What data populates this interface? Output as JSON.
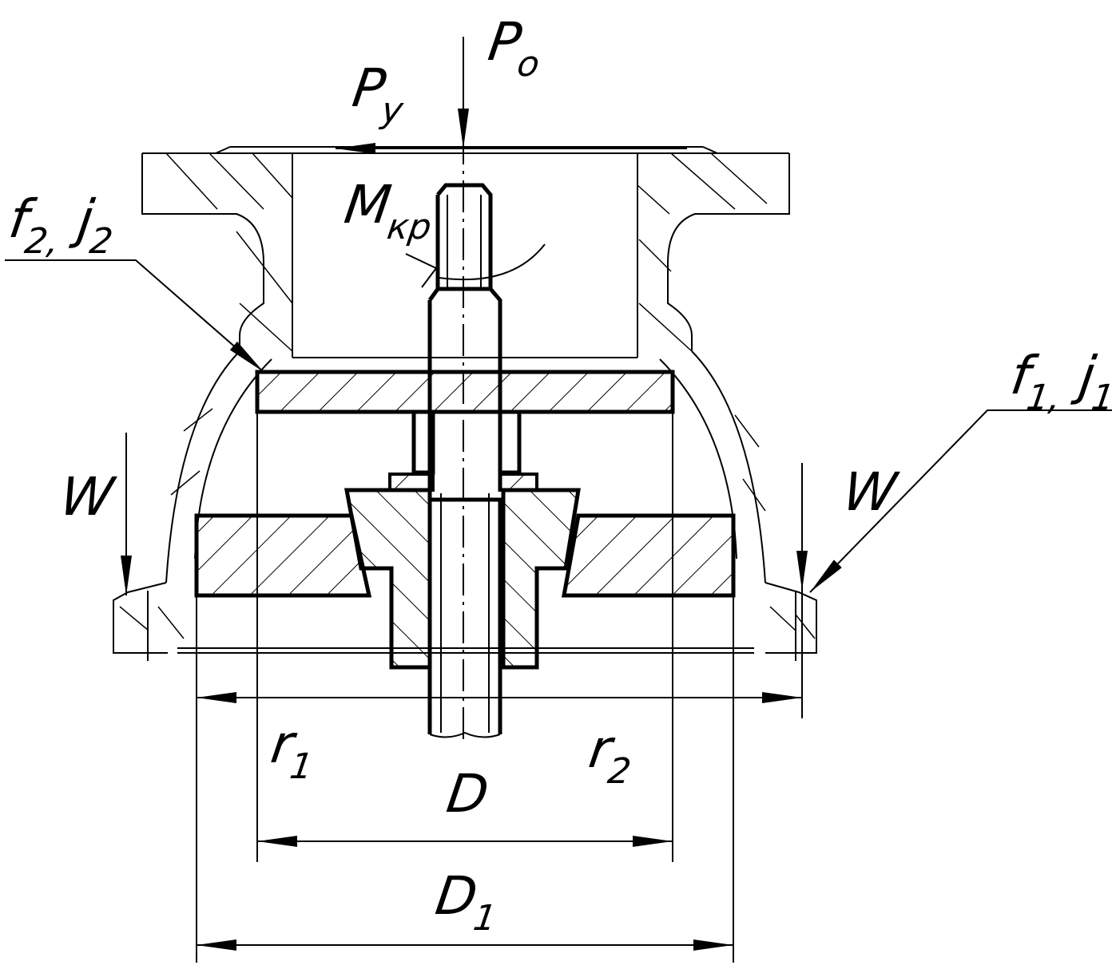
{
  "labels": {
    "Po": {
      "main": "P",
      "sub": "o"
    },
    "Py": {
      "main": "P",
      "sub": "y"
    },
    "Mkp": {
      "main": "M",
      "sub": "кр"
    },
    "f2j2": {
      "main": "f",
      "sub": "2,",
      "main2": "j",
      "sub2": "2"
    },
    "f1j1": {
      "main": "f",
      "sub": "1,",
      "main2": "j",
      "sub2": "1"
    },
    "W_left": {
      "main": "W"
    },
    "W_right": {
      "main": "W"
    },
    "r1": {
      "main": "r",
      "sub": "1"
    },
    "r2": {
      "main": "r",
      "sub": "2"
    },
    "D": {
      "main": "D"
    },
    "D1": {
      "main": "D",
      "sub": "1"
    }
  }
}
